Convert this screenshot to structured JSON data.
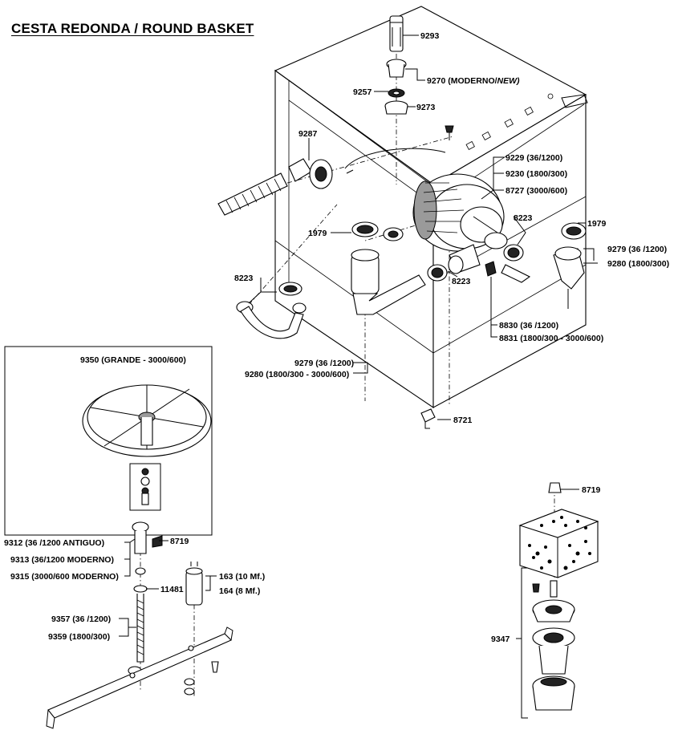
{
  "title": "CESTA REDONDA / ROUND BASKET",
  "labels": {
    "p9293": "9293",
    "p9270": "9270 (MODERNO/",
    "p9270_new": "NEW)",
    "p9257": "9257",
    "p9273": "9273",
    "p9287": "9287",
    "p9229": "9229 (36/1200)",
    "p9230": "9230 (1800/300)",
    "p8727": "8727 (3000/600)",
    "p8223_right": "8223",
    "p1979_right": "1979",
    "p1979_left": "1979",
    "p9279_right": "9279 (36 /1200)",
    "p9280_right": "9280 (1800/300)",
    "p8223_left": "8223",
    "p8223_bottom": "8223",
    "p8830": "8830 (36 /1200)",
    "p8831": "8831 (1800/300 - 3000/600)",
    "p9279_bottom": "9279 (36 /1200)",
    "p9280_bottom": "9280 (1800/300 - 3000/600)",
    "p8721": "8721",
    "p9350": "9350 (GRANDE - 3000/600)",
    "p9312": "9312 (36 /1200 ANTIGUO)",
    "p9313": "9313 (36/1200 MODERNO)",
    "p9315": "9315 (3000/600 MODERNO)",
    "p8719_left": "8719",
    "p11481": "11481",
    "p163": "163 (10 Mf.)",
    "p164": "164 (8 Mf.)",
    "p9357": "9357 (36 /1200)",
    "p9359": "9359 (1800/300)",
    "p8719_right": "8719",
    "p9347": "9347"
  }
}
